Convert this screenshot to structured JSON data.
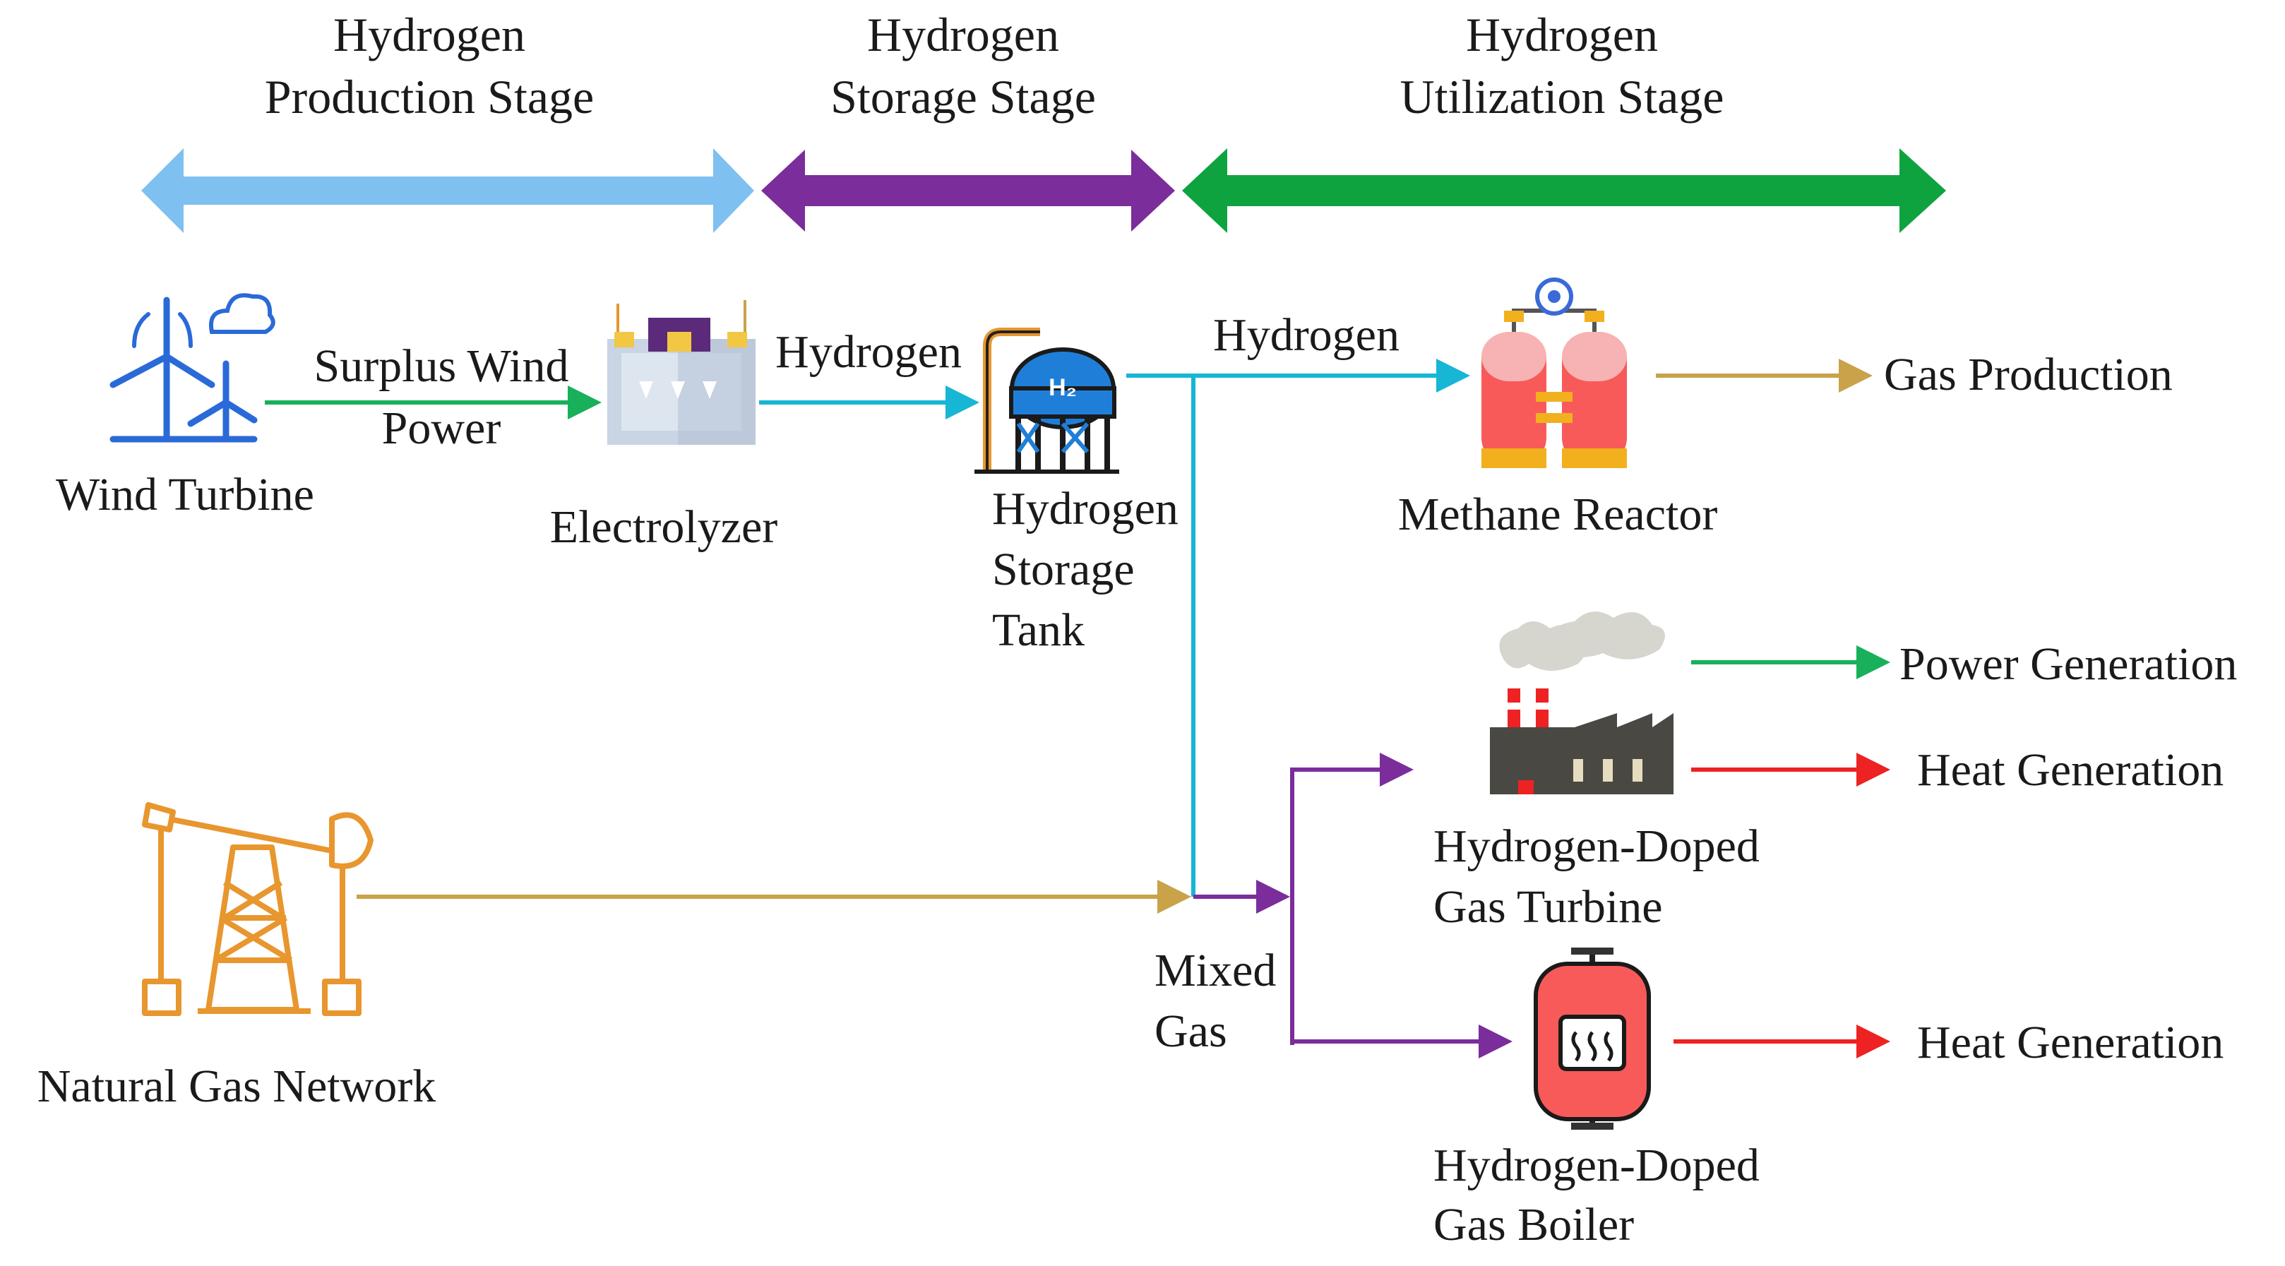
{
  "stages": {
    "production": {
      "line1": "Hydrogen",
      "line2": "Production Stage",
      "color": "#7ec0f0"
    },
    "storage": {
      "line1": "Hydrogen",
      "line2": "Storage Stage",
      "color": "#7b2d9b"
    },
    "utilization": {
      "line1": "Hydrogen",
      "line2": "Utilization Stage",
      "color": "#0fa33f"
    }
  },
  "components": {
    "wind_turbine": {
      "label": "Wind Turbine",
      "icon": "wind-turbine-icon"
    },
    "electrolyzer": {
      "label": "Electrolyzer",
      "icon": "electrolyzer-icon"
    },
    "storage_tank": {
      "line1": "Hydrogen",
      "line2": "Storage",
      "line3": "Tank",
      "tag": "H₂",
      "icon": "hydrogen-tank-icon"
    },
    "methane_reactor": {
      "label": "Methane Reactor",
      "icon": "methane-reactor-icon"
    },
    "gas_turbine": {
      "line1": "Hydrogen-Doped",
      "line2": "Gas Turbine",
      "icon": "factory-icon"
    },
    "gas_boiler": {
      "line1": "Hydrogen-Doped",
      "line2": "Gas Boiler",
      "icon": "boiler-icon"
    },
    "natural_gas": {
      "label": "Natural Gas Network",
      "icon": "oil-pump-icon"
    }
  },
  "flows": {
    "surplus_wind": {
      "line1": "Surplus Wind",
      "line2": "Power"
    },
    "hydrogen_1": "Hydrogen",
    "hydrogen_2": "Hydrogen",
    "mixed_gas": {
      "line1": "Mixed",
      "line2": "Gas"
    }
  },
  "outputs": {
    "gas_production": "Gas Production",
    "power_generation": "Power Generation",
    "heat_generation_turbine": "Heat Generation",
    "heat_generation_boiler": "Heat Generation"
  },
  "colors": {
    "wind": "#2a6ad8",
    "green": "#18b05a",
    "cyan": "#16b6d4",
    "gold": "#c9a24a",
    "purple": "#7b2d9b",
    "red": "#ee2222",
    "orange": "#e8962e"
  }
}
